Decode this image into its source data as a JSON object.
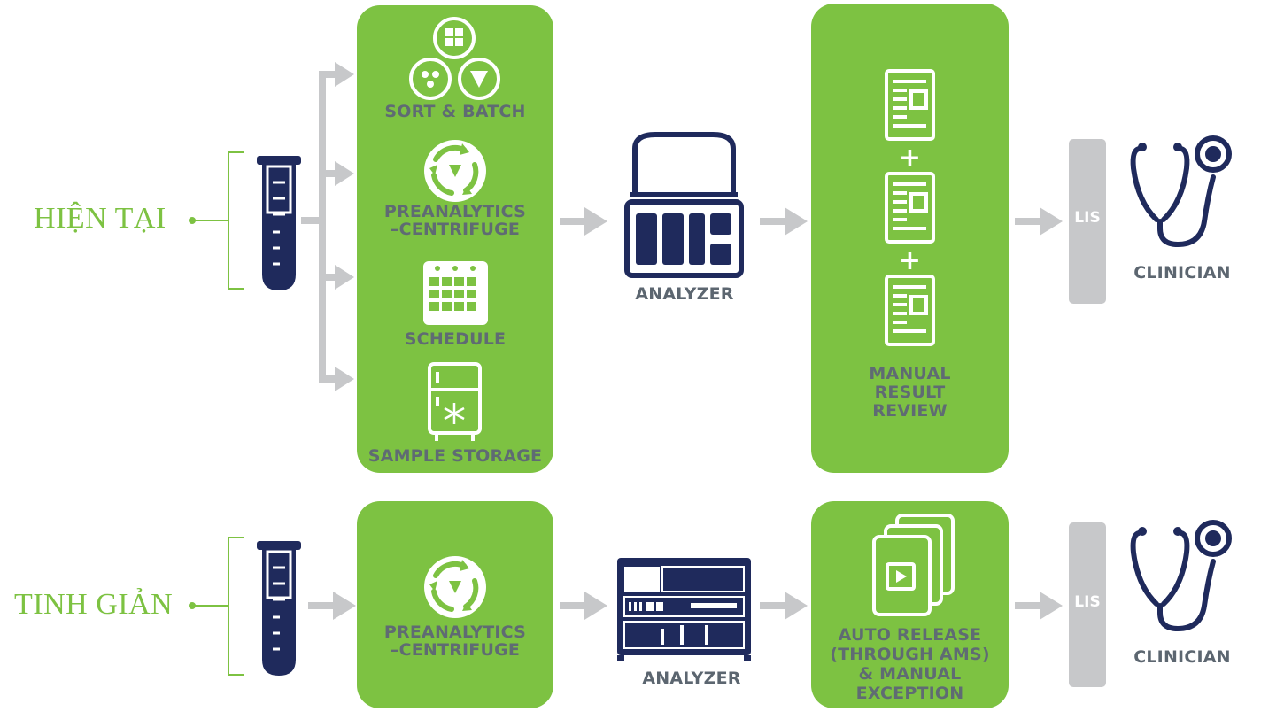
{
  "rows": {
    "current": {
      "label": "HIỆN TẠI",
      "steps": {
        "sort_batch": "SORT & BATCH",
        "preanalytics_1": "PREANALYTICS",
        "preanalytics_2": "–CENTRIFUGE",
        "schedule": "SCHEDULE",
        "sample_storage": "SAMPLE STORAGE"
      },
      "analyzer": "ANALYZER",
      "plus": "+",
      "review_1": "MANUAL",
      "review_2": "RESULT",
      "review_3": "REVIEW",
      "lis": "LIS",
      "clinician": "CLINICIAN"
    },
    "streamlined": {
      "label": "TINH GIẢN",
      "preanalytics_1": "PREANALYTICS",
      "preanalytics_2": "–CENTRIFUGE",
      "analyzer": "ANALYZER",
      "release_1": "AUTO RELEASE",
      "release_2": "(THROUGH AMS)",
      "release_3": "& MANUAL",
      "release_4": "EXCEPTION",
      "lis": "LIS",
      "clinician": "CLINICIAN"
    }
  },
  "colors": {
    "green": "#7dc242",
    "navy": "#1f2a5c",
    "gray_arrow": "#c7c8ca",
    "caption": "#5f6b73"
  },
  "icons": [
    "test-tube-icon",
    "sort-batch-icon",
    "centrifuge-icon",
    "calendar-icon",
    "refrigerator-icon",
    "analyzer-icon",
    "document-icon",
    "lis-bar",
    "stethoscope-icon",
    "documents-stack-icon",
    "automated-analyzer-icon"
  ]
}
